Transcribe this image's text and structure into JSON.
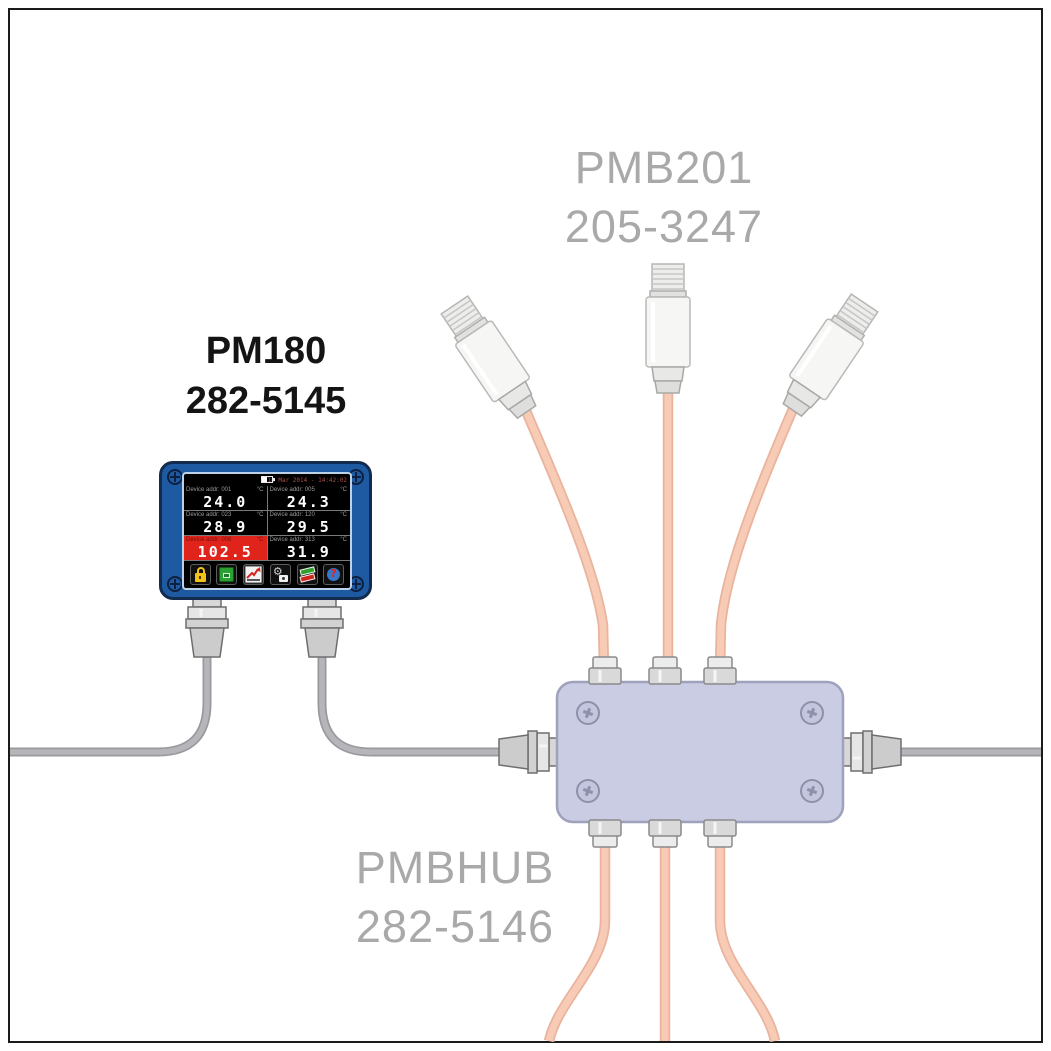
{
  "pm180": {
    "name": "PM180",
    "part_number": "282-5145",
    "screen": {
      "datetime": "18 Mar 2014 - 14:42:02",
      "readings": [
        {
          "addr_label": "Device addr: 001",
          "unit": "°C",
          "value": "24.0",
          "alarm": false
        },
        {
          "addr_label": "Device addr: 005",
          "unit": "°C",
          "value": "24.3",
          "alarm": false
        },
        {
          "addr_label": "Device addr: 023",
          "unit": "°C",
          "value": "28.9",
          "alarm": false
        },
        {
          "addr_label": "Device addr: 120",
          "unit": "°C",
          "value": "29.5",
          "alarm": false
        },
        {
          "addr_label": "Device addr: 008",
          "unit": "°C",
          "value": "102.5",
          "alarm": true
        },
        {
          "addr_label": "Device addr: 313",
          "unit": "°C",
          "value": "31.9",
          "alarm": false
        }
      ],
      "toolbar_icons": [
        "lock-icon",
        "meter-icon",
        "trend-icon",
        "settings-icon",
        "log-icon",
        "help-icon"
      ]
    }
  },
  "pmb201": {
    "name": "PMB201",
    "part_number": "205-3247",
    "sensor_count": 3
  },
  "pmbhub": {
    "name": "PMBHUB",
    "part_number": "282-5146"
  },
  "colors": {
    "device_body": "#1e5aa2",
    "alarm_red": "#e0241c",
    "cable_gray": "#b3b3b7",
    "cable_salmon": "#f8cbb6",
    "hub_body": "#c9cce2",
    "label_gray": "#a9a9a9"
  }
}
